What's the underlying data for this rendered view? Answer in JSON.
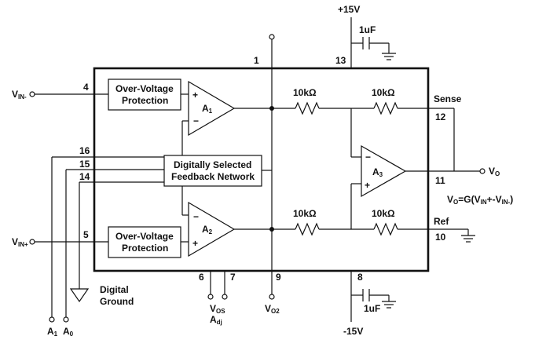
{
  "supply": {
    "pos": "+15V",
    "neg": "-15V"
  },
  "inputs": {
    "vin_minus": "V",
    "vin_minus_sub": "IN-",
    "vin_plus": "V",
    "vin_plus_sub": "IN+"
  },
  "blocks": {
    "ovp_label_line1": "Over-Voltage",
    "ovp_label_line2": "Protection",
    "dsfn_line1": "Digitally Selected",
    "dsfn_line2": "Feedback Network"
  },
  "amps": {
    "a1": "A",
    "a1_sub": "1",
    "a2": "A",
    "a2_sub": "2",
    "a3": "A",
    "a3_sub": "3",
    "plus": "+",
    "minus": "−"
  },
  "resistors": {
    "r1": "10kΩ",
    "r2": "10kΩ",
    "r3": "10kΩ",
    "r4": "10kΩ"
  },
  "capacitors": {
    "c_top": "1uF",
    "c_bottom": "1uF"
  },
  "pins": {
    "p1": "1",
    "p4": "4",
    "p5": "5",
    "p6": "6",
    "p7": "7",
    "p8": "8",
    "p9": "9",
    "p10": "10",
    "p11": "11",
    "p12": "12",
    "p13": "13",
    "p14": "14",
    "p15": "15",
    "p16": "16"
  },
  "labels": {
    "sense": "Sense",
    "ref": "Ref",
    "vo": "V",
    "vo_sub": "O",
    "gain_eq_a": "V",
    "gain_eq_a_sub": "O",
    "gain_eq_b": "=G(V",
    "gain_eq_b_sub": "IN",
    "gain_eq_c": "+-V",
    "gain_eq_c_sub": "IN-",
    "gain_eq_d": ")",
    "digital_ground_1": "Digital",
    "digital_ground_2": "Ground",
    "vos": "V",
    "vos_sub": "OS",
    "adj": "A",
    "adj_sub": "dj",
    "vo2": "V",
    "vo2_sub": "O2",
    "a1_pin": "A",
    "a1_pin_sub": "1",
    "a0_pin": "A",
    "a0_pin_sub": "0"
  }
}
